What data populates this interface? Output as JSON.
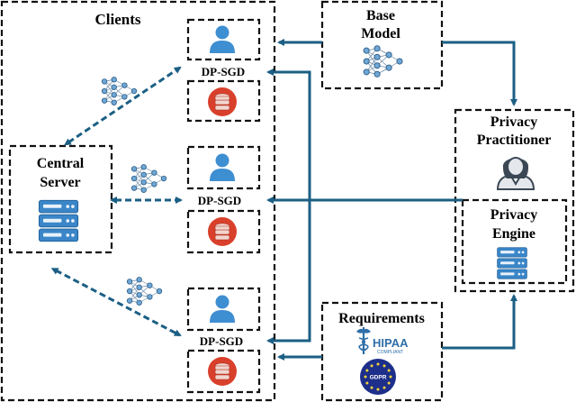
{
  "clients": {
    "title": "Clients",
    "dp_sgd_label": "DP-SGD"
  },
  "central_server": {
    "title_line1": "Central",
    "title_line2": "Server"
  },
  "base_model": {
    "title_line1": "Base",
    "title_line2": "Model"
  },
  "privacy_practitioner": {
    "title_line1": "Privacy",
    "title_line2": "Practitioner"
  },
  "privacy_engine": {
    "title_line1": "Privacy",
    "title_line2": "Engine"
  },
  "requirements": {
    "title": "Requirements",
    "hipaa_text": "HIPAA",
    "hipaa_sub": "COMPLIANT",
    "gdpr_text": "GDPR"
  },
  "colors": {
    "arrow": "#1b5f84",
    "user": "#3e8ed2",
    "db": "#d9402b",
    "server": "#3a86c8",
    "nn_node": "#6fa7d6"
  }
}
